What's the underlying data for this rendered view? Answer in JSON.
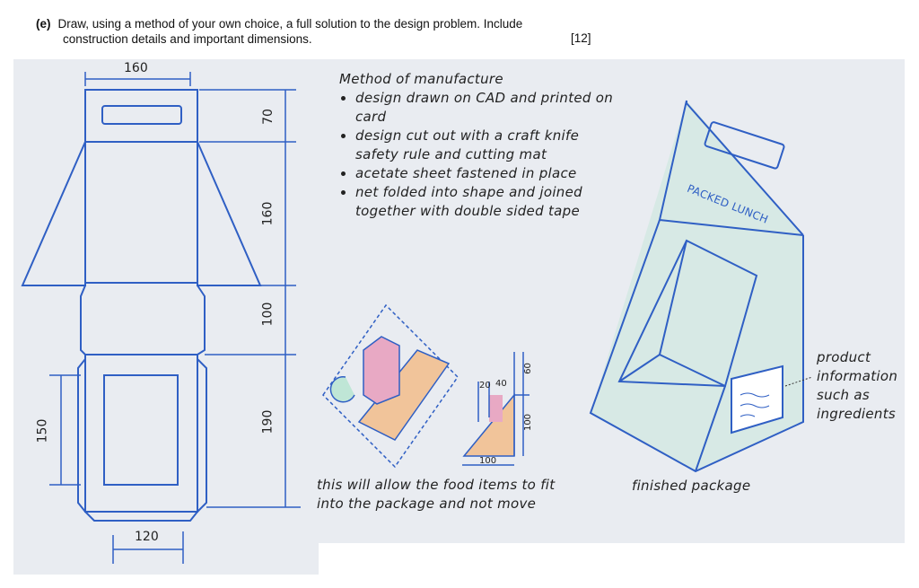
{
  "question": {
    "label": "(e)",
    "line1": "Draw, using a method of your own choice, a full solution to the design problem. Include",
    "line2": "construction details and important dimensions.",
    "marks": "[12]"
  },
  "net_dimensions": {
    "top_width": "160",
    "d70": "70",
    "d160": "160",
    "d100": "100",
    "d190": "190",
    "d150": "150",
    "bottom_width": "120"
  },
  "method": {
    "title": "Method of manufacture",
    "items": [
      "design drawn on CAD and printed on card",
      "design cut out with a craft knife safety rule and cutting mat",
      "acetate sheet fastened in place",
      "net folded into shape and joined together with double sided tape"
    ]
  },
  "small_diagram": {
    "d20": "20",
    "d40": "40",
    "d60": "60",
    "d100_v": "100",
    "d100_h": "100"
  },
  "caption_fit": "this will allow the food items to fit into the package and not move",
  "caption_finished": "finished package",
  "package_label": "PACKED LUNCH",
  "product_info": "product information such as ingredients",
  "colors": {
    "ink": "#2f5fc4",
    "paper": "#e9ecf1",
    "green": "#bfe6d6",
    "pink": "#e8a9c4",
    "orange": "#f1c49a"
  }
}
